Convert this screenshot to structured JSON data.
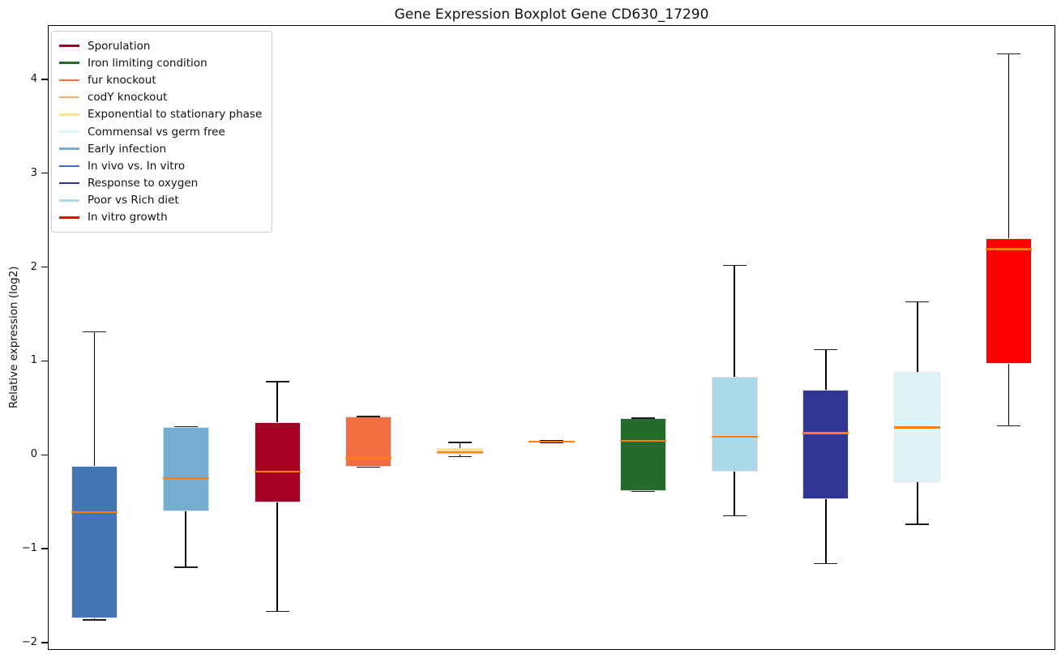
{
  "chart_data": {
    "type": "boxplot",
    "title": "Gene Expression Boxplot Gene CD630_17290",
    "xlabel": "",
    "ylabel": "Relative expression (log2)",
    "ylim": [
      -2.07,
      4.57
    ],
    "grid": false,
    "legend_position": "upper left",
    "median_color": "#ff7f0e",
    "yticks": [
      {
        "value": 4,
        "label": "4"
      },
      {
        "value": 3,
        "label": "3"
      },
      {
        "value": 2,
        "label": "2"
      },
      {
        "value": 1,
        "label": "1"
      },
      {
        "value": 0,
        "label": "0"
      },
      {
        "value": -1,
        "label": "−1"
      },
      {
        "value": -2,
        "label": "−2"
      }
    ],
    "series": [
      {
        "name": "In vivo vs. In vitro",
        "color": "#4575b4",
        "whisker_low": -1.76,
        "q1": -1.74,
        "median": -0.61,
        "q3": -0.12,
        "whisker_high": 1.31
      },
      {
        "name": "Early infection",
        "color": "#74add1",
        "whisker_low": -1.2,
        "q1": -0.6,
        "median": -0.25,
        "q3": 0.3,
        "whisker_high": 0.3
      },
      {
        "name": "Sporulation",
        "color": "#a50026",
        "whisker_low": -1.67,
        "q1": -0.51,
        "median": -0.18,
        "q3": 0.35,
        "whisker_high": 0.78
      },
      {
        "name": "fur knockout",
        "color": "#f46d43",
        "whisker_low": -0.13,
        "q1": -0.13,
        "median": -0.03,
        "q3": 0.41,
        "whisker_high": 0.41
      },
      {
        "name": "Exponential to stationary phase",
        "color": "#fee090",
        "whisker_low": -0.02,
        "q1": 0.0,
        "median": 0.03,
        "q3": 0.07,
        "whisker_high": 0.13
      },
      {
        "name": "codY knockout",
        "color": "#fdae61",
        "whisker_low": 0.13,
        "q1": 0.13,
        "median": 0.14,
        "q3": 0.15,
        "whisker_high": 0.15
      },
      {
        "name": "Iron limiting condition",
        "color": "#266b2c",
        "whisker_low": -0.39,
        "q1": -0.39,
        "median": 0.15,
        "q3": 0.39,
        "whisker_high": 0.39
      },
      {
        "name": "Poor vs Rich diet",
        "color": "#abd9e9",
        "whisker_low": -0.65,
        "q1": -0.18,
        "median": 0.19,
        "q3": 0.83,
        "whisker_high": 2.02
      },
      {
        "name": "Response to oxygen",
        "color": "#313695",
        "whisker_low": -1.16,
        "q1": -0.47,
        "median": 0.23,
        "q3": 0.69,
        "whisker_high": 1.12
      },
      {
        "name": "Commensal vs germ free",
        "color": "#e0f3f8",
        "whisker_low": -0.74,
        "q1": -0.29,
        "median": 0.29,
        "q3": 0.88,
        "whisker_high": 1.63
      },
      {
        "name": "In vitro growth",
        "color": "#ff0000",
        "whisker_low": 0.31,
        "q1": 0.97,
        "median": 2.19,
        "q3": 2.31,
        "whisker_high": 4.27
      }
    ],
    "legend": [
      {
        "label": "Sporulation",
        "color": "#a50026"
      },
      {
        "label": "Iron limiting condition",
        "color": "#266b2c"
      },
      {
        "label": "fur knockout",
        "color": "#f46d43"
      },
      {
        "label": "codY knockout",
        "color": "#fdae61"
      },
      {
        "label": "Exponential to stationary phase",
        "color": "#fee090"
      },
      {
        "label": "Commensal vs germ free",
        "color": "#e0f3f8"
      },
      {
        "label": "Early infection",
        "color": "#74add1"
      },
      {
        "label": "In vivo vs. In vitro",
        "color": "#4575b4"
      },
      {
        "label": "Response to oxygen",
        "color": "#313695"
      },
      {
        "label": "Poor vs Rich diet",
        "color": "#abd9e9"
      },
      {
        "label": "In vitro growth",
        "color": "#ff0000"
      }
    ]
  }
}
